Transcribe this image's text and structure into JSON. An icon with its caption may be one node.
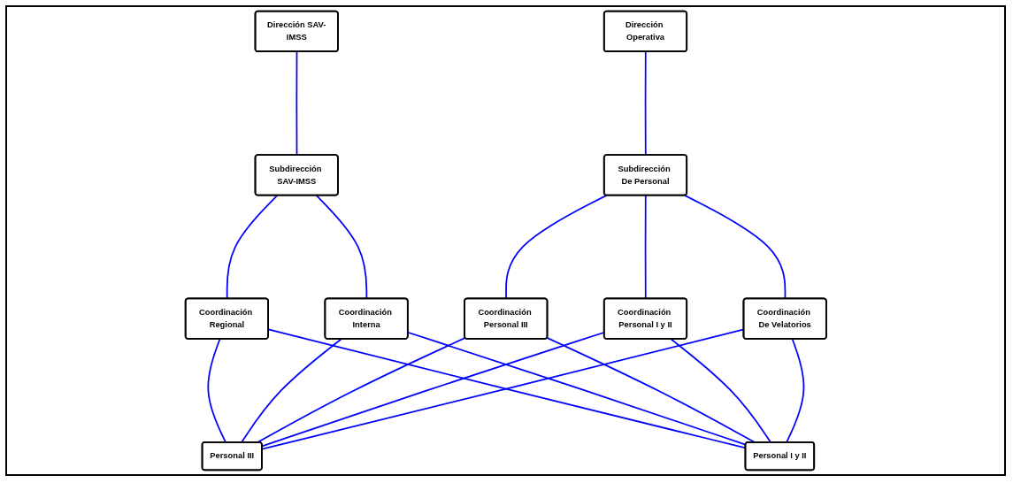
{
  "diagram": {
    "nodes": [
      {
        "text": [
          "Dirección SAV-IMSS"
        ]
      },
      {
        "text": [
          "Dirección Operativa"
        ]
      },
      {
        "text": [
          "Subdirección SAV-IMSS"
        ]
      },
      {
        "text": [
          "Subdirección De Personal"
        ]
      },
      {
        "text": [
          "Coordinación Regional"
        ]
      },
      {
        "text": [
          "Coordinación Interna"
        ]
      },
      {
        "text": [
          "Coordinación Personal III"
        ]
      },
      {
        "text": [
          "Coordinación Personal I y II"
        ]
      },
      {
        "text": [
          "Coordinación De Velatorios"
        ]
      },
      {
        "text": [
          "Personal III"
        ]
      },
      {
        "text": [
          "Personal I y II"
        ]
      }
    ],
    "edges": [
      {
        "from": 0,
        "to": 2,
        "arrow": "none"
      },
      {
        "from": 1,
        "to": 3,
        "arrow": "none"
      },
      {
        "from": 2,
        "to": 4,
        "arrow": "none"
      },
      {
        "from": 2,
        "to": 5,
        "arrow": "none"
      },
      {
        "from": 3,
        "to": 6,
        "arrow": "none"
      },
      {
        "from": 3,
        "to": 7,
        "arrow": "none"
      },
      {
        "from": 3,
        "to": 8,
        "arrow": "none"
      },
      {
        "from": 4,
        "to": 9,
        "arrow": "none"
      },
      {
        "from": 4,
        "to": 10,
        "arrow": "none"
      },
      {
        "from": 5,
        "to": 9,
        "arrow": "none"
      },
      {
        "from": 5,
        "to": 10,
        "arrow": "none"
      },
      {
        "from": 6,
        "to": 9,
        "arrow": "none"
      },
      {
        "from": 6,
        "to": 10,
        "arrow": "none"
      },
      {
        "from": 7,
        "to": 9,
        "arrow": "none"
      },
      {
        "from": 7,
        "to": 10,
        "arrow": "none"
      },
      {
        "from": 8,
        "to": 9,
        "arrow": "none"
      },
      {
        "from": 8,
        "to": 10,
        "arrow": "none"
      }
    ]
  }
}
